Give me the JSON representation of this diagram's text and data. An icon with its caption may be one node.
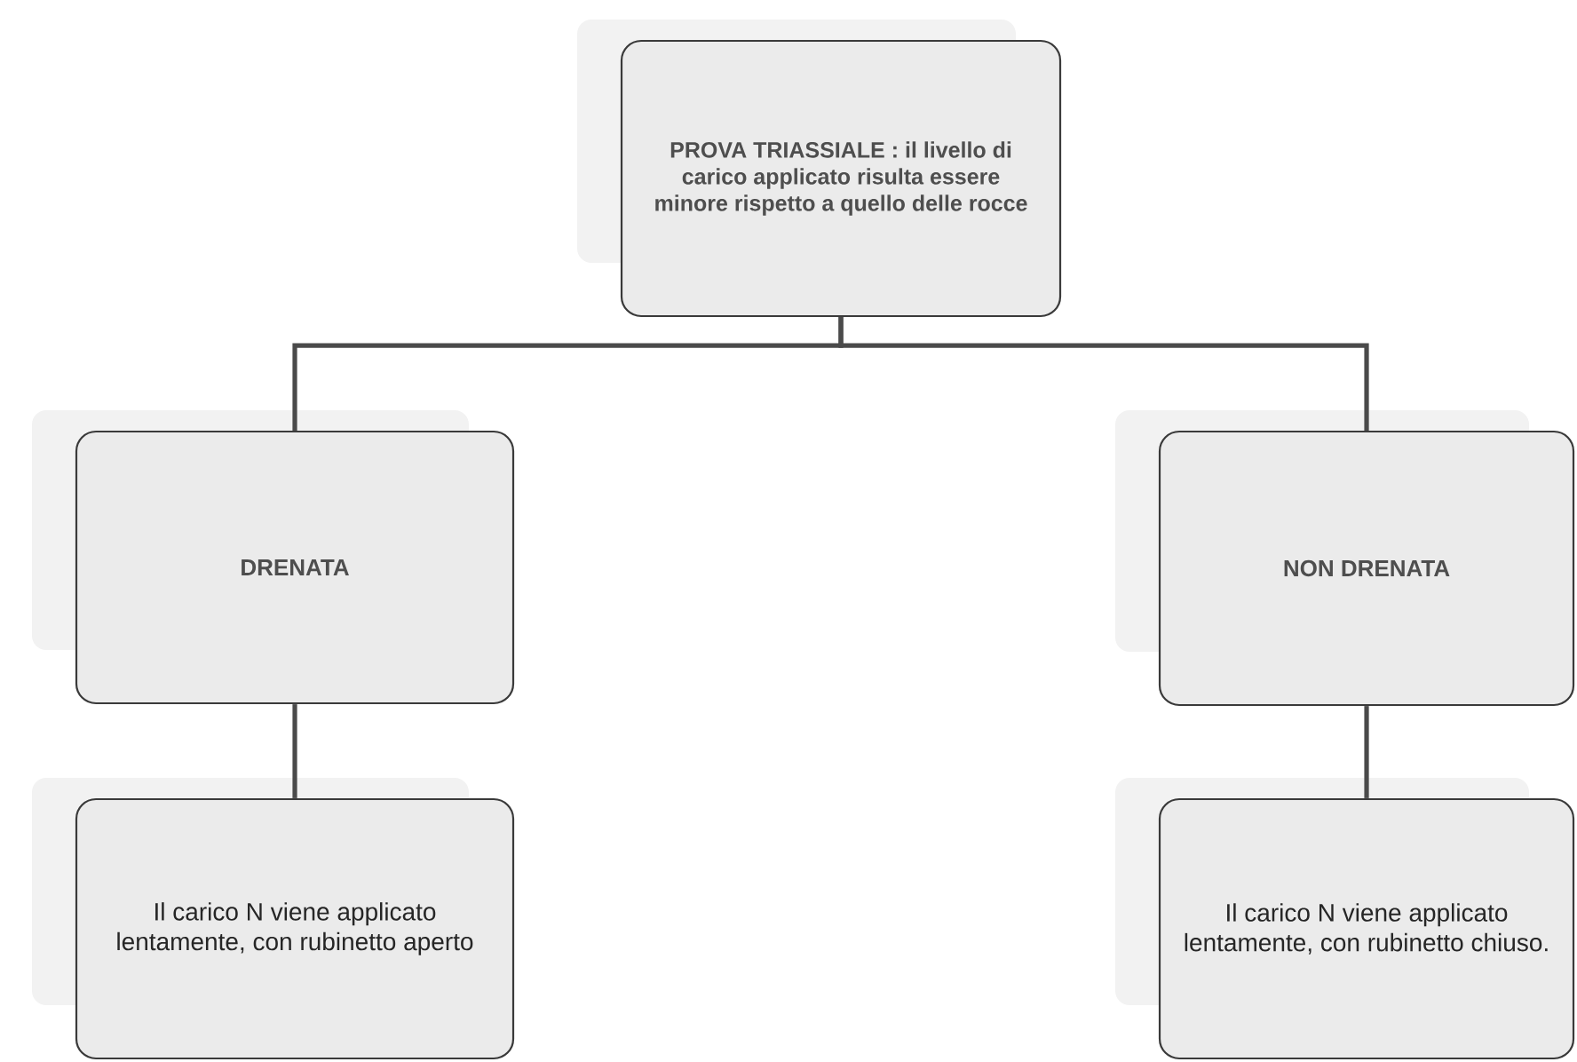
{
  "diagram": {
    "nodes": [
      {
        "text": [
          "PROVA TRIASSIALE : il livello di carico applicato risulta essere minore rispetto a quello delle rocce"
        ]
      },
      {
        "text": [
          "DRENATA"
        ]
      },
      {
        "text": [
          "NON DRENATA"
        ]
      },
      {
        "text": [
          "Il carico N viene applicato lentamente, con rubinetto aperto"
        ]
      },
      {
        "text": [
          "Il carico N viene applicato lentamente, con rubinetto chiuso."
        ]
      }
    ],
    "edges": [
      {
        "from": 0,
        "to": 1,
        "arrow": "none"
      },
      {
        "from": 0,
        "to": 2,
        "arrow": "none"
      },
      {
        "from": 1,
        "to": 3,
        "arrow": "none"
      },
      {
        "from": 2,
        "to": 4,
        "arrow": "none"
      }
    ]
  }
}
